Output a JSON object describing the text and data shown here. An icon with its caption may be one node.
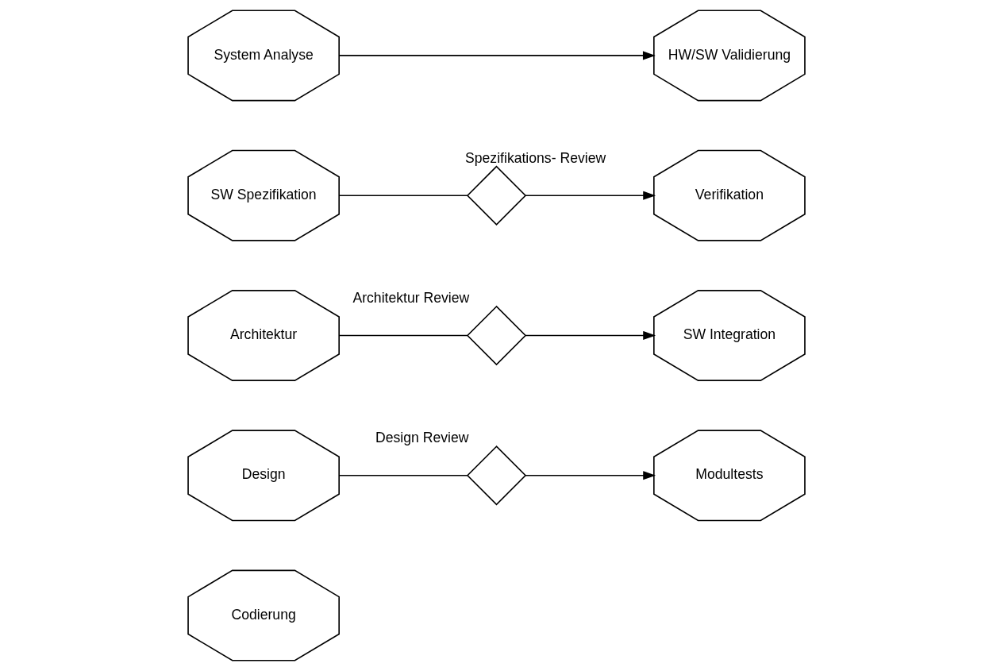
{
  "diagram": {
    "nodes": [
      {
        "text": [
          "System Analyse"
        ]
      },
      {
        "text": [
          "HW/SW Validierung"
        ]
      },
      {
        "text": [
          "SW Spezifikation"
        ]
      },
      {
        "text": [],
        "shape": "diamond",
        "beside": [
          "Spezifikations- Review"
        ]
      },
      {
        "text": [
          "Verifikation"
        ]
      },
      {
        "text": [
          "Architektur"
        ]
      },
      {
        "text": [],
        "shape": "diamond",
        "beside": [
          "Architektur Review"
        ]
      },
      {
        "text": [
          "SW Integration"
        ]
      },
      {
        "text": [
          "Design"
        ]
      },
      {
        "text": [],
        "shape": "diamond",
        "beside": [
          "Design Review"
        ]
      },
      {
        "text": [
          "Modultests"
        ]
      },
      {
        "text": [
          "Codierung"
        ]
      }
    ],
    "edges": [
      {
        "from": 0,
        "to": 1,
        "arrow": "to"
      },
      {
        "from": 2,
        "to": 3,
        "arrow": "none"
      },
      {
        "from": 3,
        "to": 4,
        "arrow": "to"
      },
      {
        "from": 5,
        "to": 6,
        "arrow": "none"
      },
      {
        "from": 6,
        "to": 7,
        "arrow": "to"
      },
      {
        "from": 8,
        "to": 9,
        "arrow": "none"
      },
      {
        "from": 9,
        "to": 10,
        "arrow": "to"
      }
    ]
  }
}
